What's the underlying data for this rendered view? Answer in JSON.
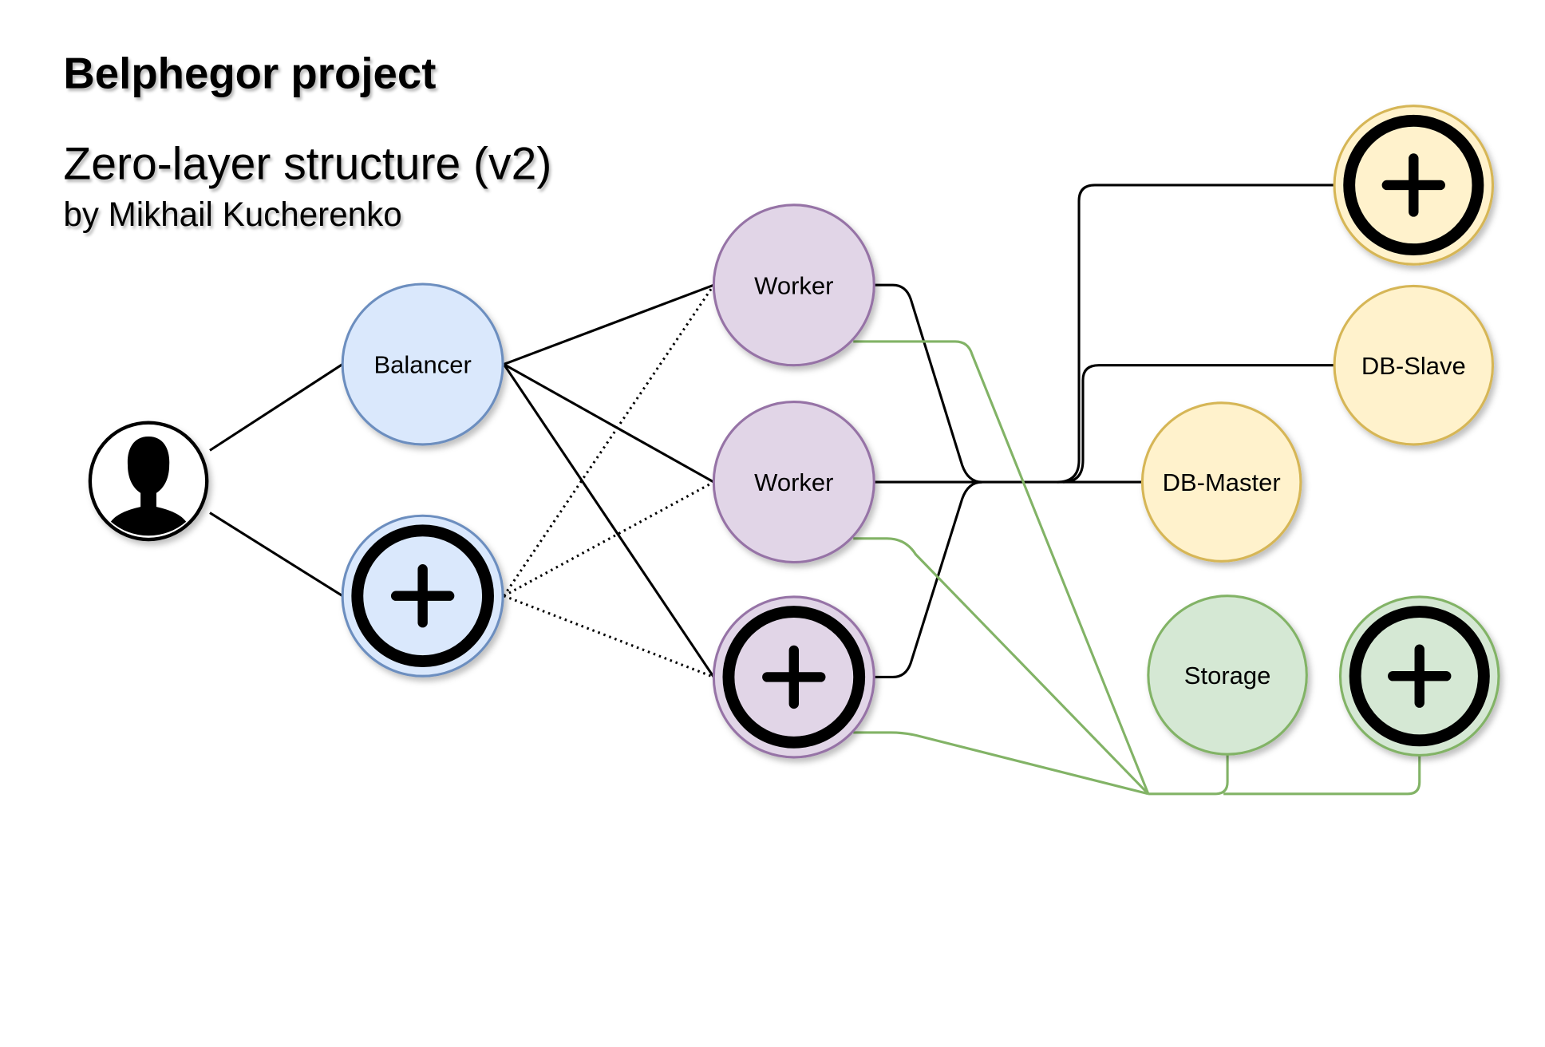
{
  "header": {
    "title": "Belphegor project",
    "subtitle": "Zero-layer structure (v2)",
    "author": "by Mikhail Kucherenko"
  },
  "colors": {
    "blue_fill": "#dae8fc",
    "blue_stroke": "#6c8ebf",
    "purple_fill": "#e1d5e7",
    "purple_stroke": "#9673a6",
    "yellow_fill": "#fff2cc",
    "yellow_stroke": "#d6b656",
    "green_fill": "#d5e8d4",
    "green_stroke": "#82b366",
    "line_black": "#000000",
    "line_green": "#82b366"
  },
  "nodes": {
    "user": {
      "icon": "user-avatar-icon"
    },
    "balancer": {
      "label": "Balancer"
    },
    "balancer_add": {
      "icon": "plus-icon"
    },
    "worker1": {
      "label": "Worker"
    },
    "worker2": {
      "label": "Worker"
    },
    "worker_add": {
      "icon": "plus-icon"
    },
    "db_add": {
      "icon": "plus-icon"
    },
    "db_slave": {
      "label": "DB-Slave"
    },
    "db_master": {
      "label": "DB-Master"
    },
    "storage": {
      "label": "Storage"
    },
    "storage_add": {
      "icon": "plus-icon"
    }
  }
}
